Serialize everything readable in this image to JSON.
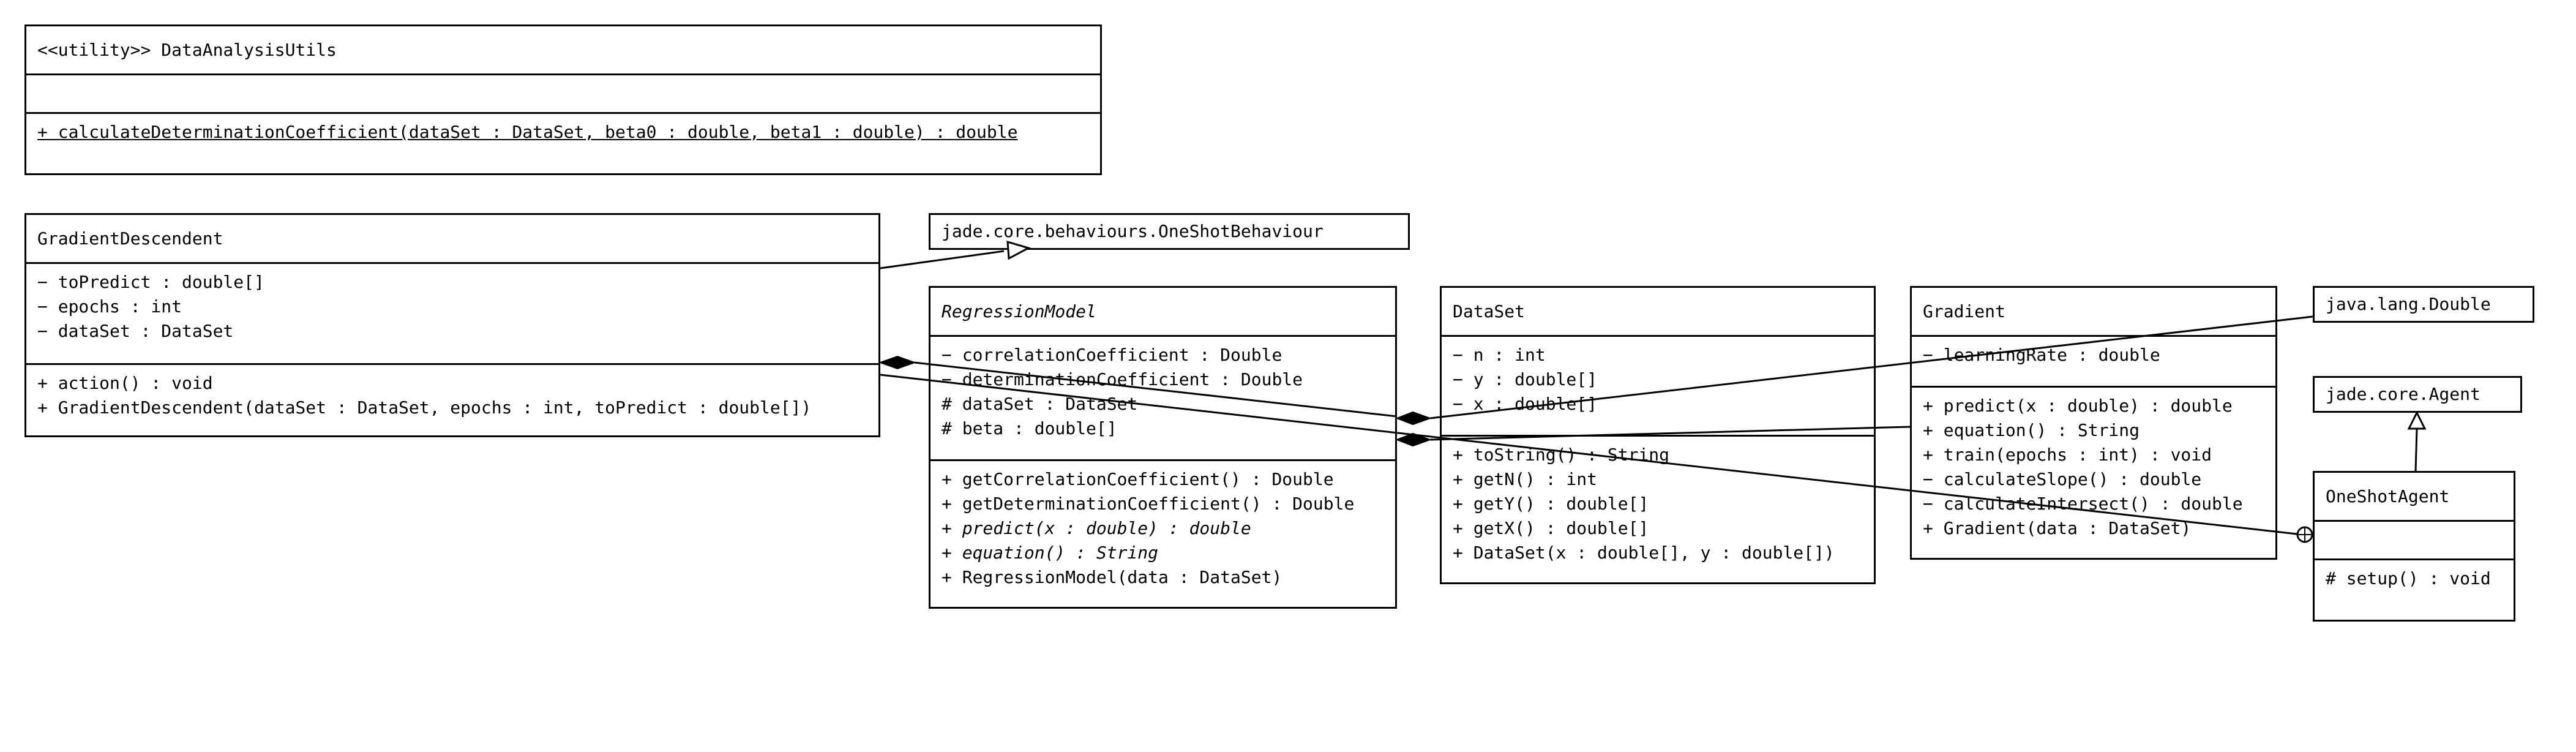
{
  "classes": {
    "data_analysis_utils": {
      "name": "<<utility>> DataAnalysisUtils",
      "methods": [
        "+ calculateDeterminationCoefficient(dataSet : DataSet, beta0 : double, beta1 : double) : double"
      ]
    },
    "gradient_descendent": {
      "name": "GradientDescendent",
      "attributes": [
        "− toPredict : double[]",
        "− epochs : int",
        "− dataSet : DataSet"
      ],
      "methods": [
        "+ action() : void",
        "+ GradientDescendent(dataSet : DataSet, epochs : int, toPredict : double[])"
      ]
    },
    "one_shot_behaviour": {
      "name": "jade.core.behaviours.OneShotBehaviour"
    },
    "regression_model": {
      "name": "RegressionModel",
      "attributes": [
        "− correlationCoefficient : Double",
        "− determinationCoefficient : Double",
        "# dataSet : DataSet",
        "# beta : double[]"
      ],
      "methods": [
        "+ getCorrelationCoefficient() : Double",
        "+ getDeterminationCoefficient() : Double",
        "+ predict(x : double) : double",
        "+ equation() : String",
        "+ RegressionModel(data : DataSet)"
      ]
    },
    "data_set": {
      "name": "DataSet",
      "attributes": [
        "− n : int",
        "− y : double[]",
        "− x : double[]"
      ],
      "methods": [
        "+ toString() : String",
        "+ getN() : int",
        "+ getY() : double[]",
        "+ getX() : double[]",
        "+ DataSet(x : double[], y : double[])"
      ]
    },
    "gradient": {
      "name": "Gradient",
      "attributes": [
        "− learningRate : double"
      ],
      "methods": [
        "+ predict(x : double) : double",
        "+ equation() : String",
        "+ train(epochs : int) : void",
        "− calculateSlope() : double",
        "− calculateIntersect() : double",
        "+ Gradient(data : DataSet)"
      ]
    },
    "java_lang_double": {
      "name": "java.lang.Double"
    },
    "jade_core_agent": {
      "name": "jade.core.Agent"
    },
    "one_shot_agent": {
      "name": "OneShotAgent",
      "methods": [
        "# setup() : void"
      ]
    }
  }
}
